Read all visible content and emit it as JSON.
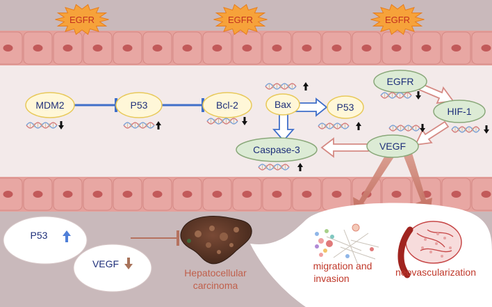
{
  "burst_labels": [
    "EGFR",
    "EGFR",
    "EGFR"
  ],
  "nodes": {
    "mdm2": "MDM2",
    "p53_left": "P53",
    "bcl2": "Bcl-2",
    "bax": "Bax",
    "p53_right": "P53",
    "caspase3": "Caspase-3",
    "egfr": "EGFR",
    "hif1": "HIF-1",
    "vegf": "VEGF"
  },
  "summary": {
    "p53": "P53",
    "vegf": "VEGF"
  },
  "outcome": {
    "line1": "Hepatocellular",
    "line2": "carcinoma"
  },
  "effects": {
    "migration_line1": "migration and",
    "migration_line2": "invasion",
    "neovascularization": "neovascularization"
  },
  "colors": {
    "node_green_fill": "#dcebd5",
    "node_green_stroke": "#8aa87a",
    "node_yellow_fill": "#fff7d8",
    "node_yellow_stroke": "#e8c95a",
    "inhibit_blue": "#3f6fc9",
    "pink_arrow": "#d58a84",
    "brown_arrow": "#b5725f",
    "up_arrow_blue": "#4f7fd8",
    "down_arrow_brown": "#a8735a",
    "cell_fill": "#e8a7a3",
    "lumen": "#f3eaea",
    "text_orange": "#c0604c",
    "text_red": "#c0392b"
  }
}
